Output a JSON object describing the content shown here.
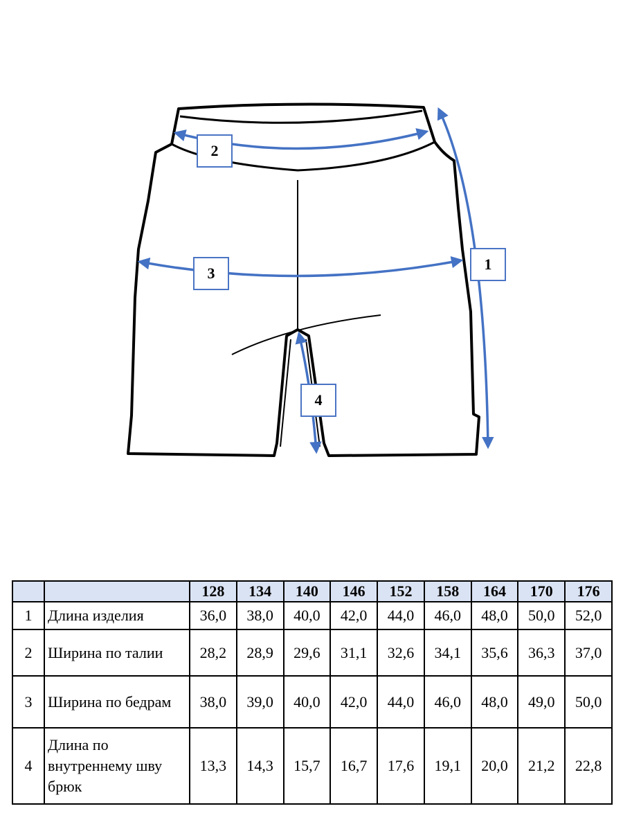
{
  "diagram": {
    "labels": [
      "1",
      "2",
      "3",
      "4"
    ],
    "outline_color": "#000000",
    "arrow_color": "#4472c4"
  },
  "table": {
    "header": [
      "",
      "",
      "128",
      "134",
      "140",
      "146",
      "152",
      "158",
      "164",
      "170",
      "176"
    ],
    "rows": [
      {
        "num": "1",
        "name": "Длина изделия",
        "values": [
          "36,0",
          "38,0",
          "40,0",
          "42,0",
          "44,0",
          "46,0",
          "48,0",
          "50,0",
          "52,0"
        ]
      },
      {
        "num": "2",
        "name": "Ширина по талии",
        "values": [
          "28,2",
          "28,9",
          "29,6",
          "31,1",
          "32,6",
          "34,1",
          "35,6",
          "36,3",
          "37,0"
        ]
      },
      {
        "num": "3",
        "name": "Ширина по бедрам",
        "values": [
          "38,0",
          "39,0",
          "40,0",
          "42,0",
          "44,0",
          "46,0",
          "48,0",
          "49,0",
          "50,0"
        ]
      },
      {
        "num": "4",
        "name": "Длина по внутреннему шву брюк",
        "values": [
          "13,3",
          "14,3",
          "15,7",
          "16,7",
          "17,6",
          "19,1",
          "20,0",
          "21,2",
          "22,8"
        ]
      }
    ],
    "header_bg": "#dae3f3"
  }
}
